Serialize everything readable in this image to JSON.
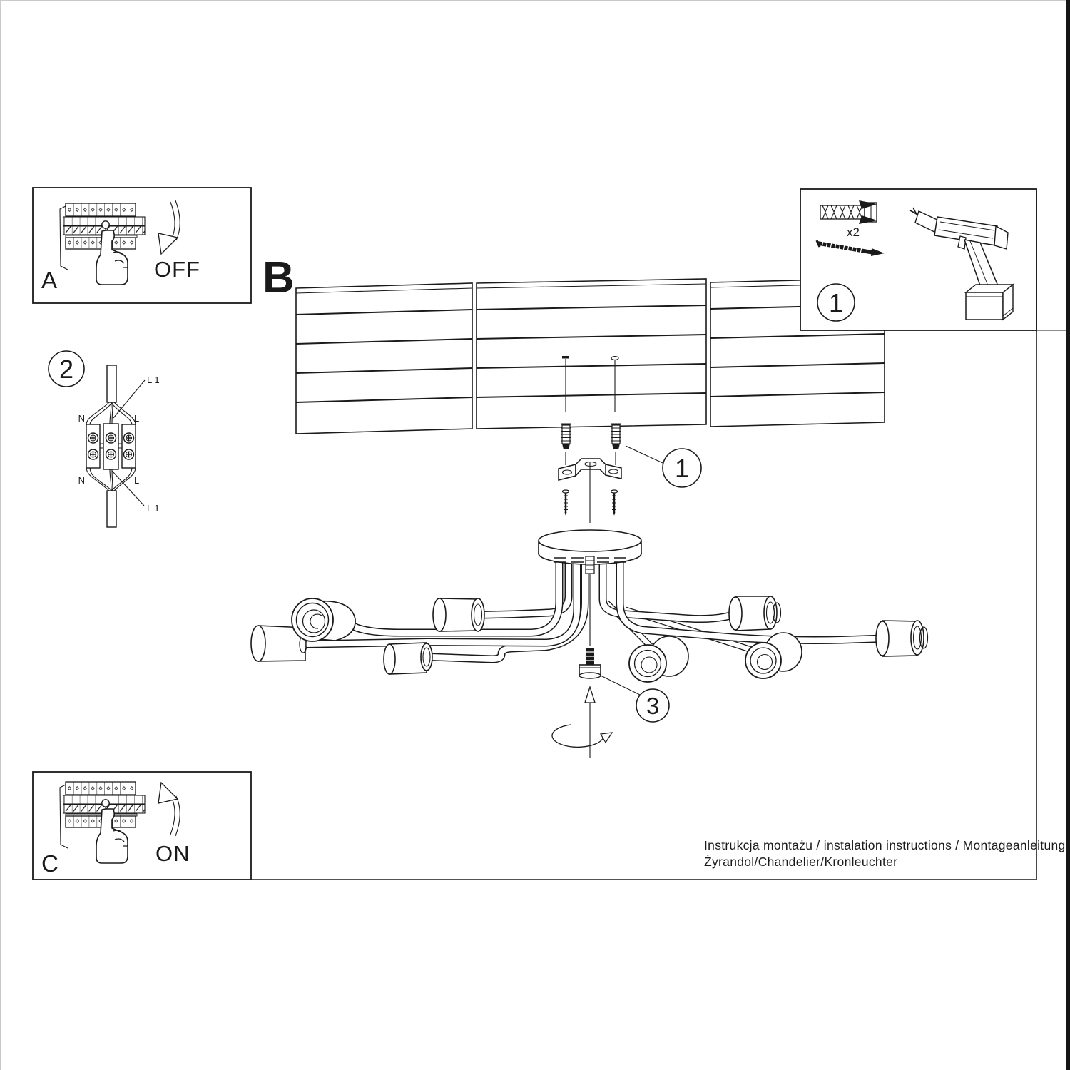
{
  "sheet": {
    "footer": {
      "line1": "Instrukcja montażu / instalation instructions / Montageanleitung",
      "line2": "Żyrandol/Chandelier/Kronleuchter"
    },
    "colors": {
      "line": "#1a1a1a",
      "background": "#ffffff",
      "edge_dark": "#161616",
      "edge_light": "#c9c9c9"
    }
  },
  "steps": {
    "power_off": {
      "label": "A",
      "state": "OFF"
    },
    "power_on": {
      "label": "C",
      "state": "ON"
    },
    "mounting": {
      "label": "B",
      "callout_anchors": "1",
      "callout_cap": "3"
    },
    "tools": {
      "number": "1",
      "quantity": "x2"
    },
    "wiring": {
      "number": "2",
      "line_top": "L 1",
      "line_bottom": "L 1",
      "neutral_top": "N",
      "live_top": "L",
      "neutral_bottom": "N",
      "live_bottom": "L"
    }
  }
}
